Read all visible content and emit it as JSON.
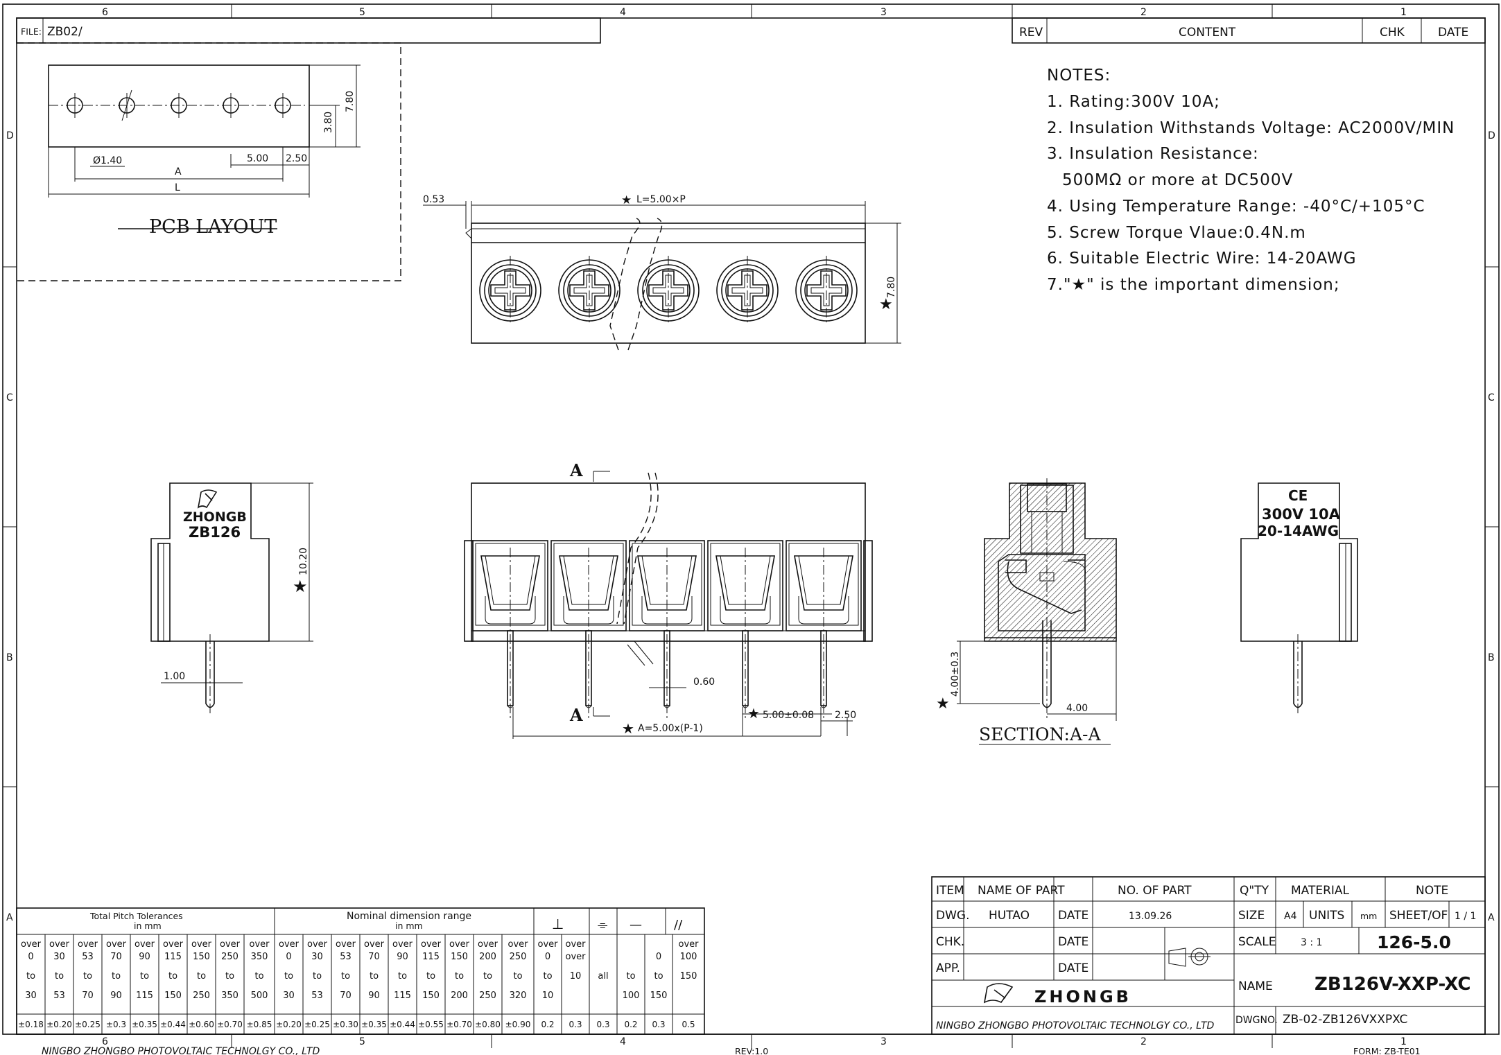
{
  "frame": {
    "zones_top": [
      "6",
      "5",
      "4",
      "3",
      "2",
      "1"
    ],
    "zones_side_left": [
      "D",
      "C",
      "B",
      "A"
    ],
    "zones_side_right": [
      "D",
      "C",
      "B",
      "A"
    ]
  },
  "file": {
    "label": "FILE:",
    "value": "ZB02/"
  },
  "revision_table": {
    "rev": "REV",
    "content": "CONTENT",
    "chk": "CHK",
    "date": "DATE"
  },
  "notes": {
    "title": "NOTES:",
    "items": [
      "1. Rating:300V 10A;",
      "2. Insulation Withstands Voltage: AC2000V/MIN",
      "3. Insulation Resistance:",
      "500MΩ or more at DC500V",
      "4. Using Temperature Range: -40°C/+105°C",
      "5. Screw Torque Vlaue:0.4N.m",
      "6. Suitable Electric Wire: 14-20AWG",
      "7.\"★\" is the important dimension;"
    ]
  },
  "pcb_layout": {
    "title": "PCB LAYOUT",
    "dims": {
      "hole": "Ø1.40",
      "a": "A",
      "l": "L",
      "pitch": "5.00",
      "edge": "2.50",
      "h1": "3.80",
      "h2": "7.80"
    }
  },
  "top_view": {
    "dim_offset": "0.53",
    "dim_length": "L=5.00×P",
    "dim_height": "7.80"
  },
  "side_view": {
    "brand": "ZHONGB",
    "model": "ZB126",
    "height": "10.20",
    "pin": "1.00"
  },
  "front_view": {
    "section_mark": "A",
    "pin_width": "0.60",
    "pitch": "5.00±0.08",
    "edge": "2.50",
    "span": "A=5.00x(P-1)"
  },
  "section_view": {
    "title": "SECTION:A-A",
    "pin_len": "4.00±0.3",
    "pin_w": "4.00"
  },
  "right_view": {
    "ce": "CE",
    "rating": "300V 10A",
    "awg": "20-14AWG"
  },
  "tolerance_table": {
    "pitch_title": "Total Pitch Tolerances",
    "pitch_unit": "in mm",
    "nominal_title": "Nominal dimension range",
    "nominal_unit": "in mm",
    "symbols": [
      "⊥",
      "⌯",
      "—",
      "//"
    ],
    "row_over": [
      "over",
      "over",
      "over",
      "over",
      "over",
      "over",
      "over",
      "over",
      "over",
      "over",
      "over",
      "over",
      "over",
      "over",
      "over",
      "over",
      "over",
      "over",
      "over",
      "over",
      "",
      "",
      "",
      "over",
      "over",
      ""
    ],
    "row_from": [
      "0",
      "30",
      "53",
      "70",
      "90",
      "115",
      "150",
      "250",
      "350",
      "0",
      "30",
      "53",
      "70",
      "90",
      "115",
      "150",
      "200",
      "250",
      "0",
      "over",
      "",
      "",
      "0",
      "100",
      "over"
    ],
    "row_to_word": [
      "to",
      "to",
      "to",
      "to",
      "to",
      "to",
      "to",
      "to",
      "to",
      "to",
      "to",
      "to",
      "to",
      "to",
      "to",
      "to",
      "to",
      "to",
      "to",
      "10",
      "all",
      "to",
      "to",
      "150"
    ],
    "row_to": [
      "30",
      "53",
      "70",
      "90",
      "115",
      "150",
      "250",
      "350",
      "500",
      "30",
      "53",
      "70",
      "90",
      "115",
      "150",
      "200",
      "250",
      "320",
      "10",
      "",
      "",
      "100",
      "150",
      ""
    ],
    "row_tol": [
      "±0.18",
      "±0.20",
      "±0.25",
      "±0.3",
      "±0.35",
      "±0.44",
      "±0.60",
      "±0.70",
      "±0.85",
      "±0.20",
      "±0.25",
      "±0.30",
      "±0.35",
      "±0.44",
      "±0.55",
      "±0.70",
      "±0.80",
      "±0.90",
      "0.2",
      "0.3",
      "0.3",
      "0.2",
      "0.3",
      "0.5"
    ]
  },
  "title_block": {
    "item": "ITEM",
    "name_of_part": "NAME OF PART",
    "no_of_part": "NO. OF PART",
    "qty": "Q\"TY",
    "material": "MATERIAL",
    "note": "NOTE",
    "dwg": "DWG.",
    "drawer": "HUTAO",
    "date_label": "DATE",
    "date_value": "13.09.26",
    "size": "SIZE",
    "size_value": "A4",
    "units": "UNITS",
    "units_value": "mm",
    "sheet": "SHEET/OF",
    "sheet_value": "1 / 1",
    "chk": "CHK.",
    "scale": "SCALE",
    "scale_value": "3 : 1",
    "part": "126-5.0",
    "app": "APP.",
    "name_label": "NAME",
    "name_value": "ZB126V-XXP-XC",
    "company_logo": "ZHONGB",
    "company": "NINGBO ZHONGBO PHOTOVOLTAIC TECHNOLGY CO., LTD",
    "dwgno": "DWGNO.",
    "dwgno_value": "ZB-02-ZB126VXXPXC"
  },
  "footer": {
    "company": "NINGBO ZHONGBO PHOTOVOLTAIC TECHNOLGY CO., LTD",
    "rev": "REV:1.0",
    "form": "FORM: ZB-TE01"
  }
}
